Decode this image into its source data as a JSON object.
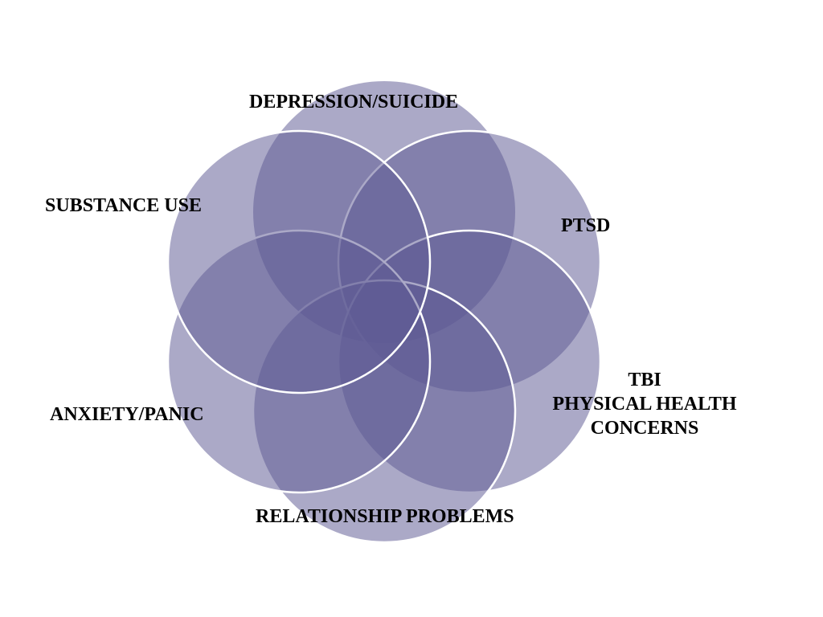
{
  "diagram": {
    "fill_color": "#5d5a93",
    "stroke_color": "#ffffff",
    "text_color": "#000000",
    "labels": {
      "depression": "DEPRESSION/SUICIDE",
      "substance": "SUBSTANCE USE",
      "ptsd": "PTSD",
      "tbi": "TBI",
      "physical_health_1": "PHYSICAL HEALTH",
      "physical_health_2": "CONCERNS",
      "anxiety": "ANXIETY/PANIC",
      "relationship": "RELATIONSHIP PROBLEMS"
    }
  }
}
